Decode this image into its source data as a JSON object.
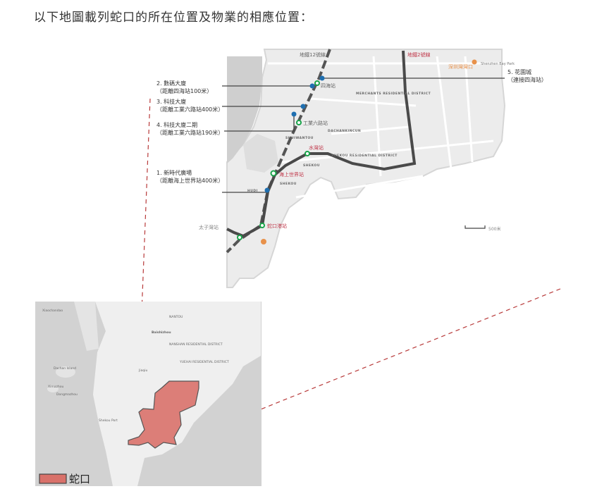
{
  "title": "以下地圖載列蛇口的所在位置及物業的相應位置：",
  "properties": [
    {
      "name": "1. 新時代廣場",
      "note": "（距離海上世界站400米）"
    },
    {
      "name": "2. 數碼大廈",
      "note": "（距離四海站100米）"
    },
    {
      "name": "3. 科技大廈",
      "note": "（距離工業六路站400米）"
    },
    {
      "name": "4. 科技大廈二期",
      "note": "（距離工業六路站190米）"
    },
    {
      "name": "5. 花園城",
      "note": "（連接四海站）"
    }
  ],
  "metro_lines": {
    "line12": "地鐵12號線",
    "line2": "地鐵2號線"
  },
  "stations": {
    "sihai": "四海站",
    "gongye6": "工業六路站",
    "shuiwan": "水灣站",
    "seaworld": "海上世界站",
    "shekouport": "蛇口港站",
    "taiziwan": "太子灣站"
  },
  "landmarks": {
    "bay_port": "深圳灣灣口",
    "bay_park": "Shenzhen Bay Park"
  },
  "districts": {
    "merchants": "MERCHANTS RESIDENTIAL DISTRICT",
    "dachankincun": "DACHANKINCUN",
    "shuiwantou": "SHUIWANTOU",
    "shekou_res": "SHEKOU RESIDENTIAL DISTRICT",
    "shekou1": "SHEKOU",
    "shekou2": "SHEKOU",
    "hudi": "HUDI"
  },
  "scale": "500米",
  "lower_map": {
    "legend_label": "蛇口",
    "places": {
      "xiaochandao": "Xiaochandao",
      "dachan": "Dachan Island",
      "ximazhou": "Ximazhou",
      "dongmazhou": "Dongmazhou",
      "baishizhou": "Baishizhou",
      "nantou": "NANTOU",
      "nanshan": "NANSHAN RESIDENTIAL DISTRICT",
      "yuehai": "YUEHAI RESIDENTIAL DISTRICT",
      "jiaqiu": "Jiaqiu",
      "shekou_port": "Shekou Port"
    }
  },
  "colors": {
    "accent_red": "#c0394b",
    "region_fill": "#d9716a",
    "station_green": "#1aa34a",
    "property_blue": "#1f6fb0",
    "orange": "#e8914a"
  }
}
